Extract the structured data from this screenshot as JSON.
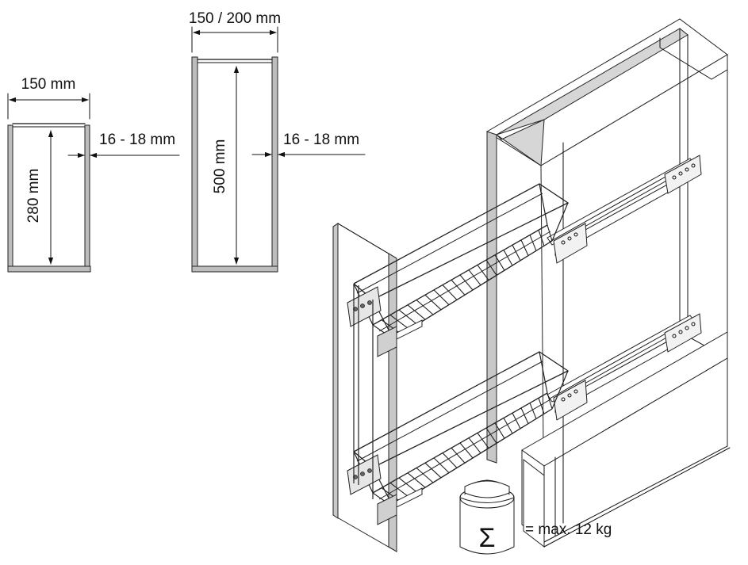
{
  "diagram": {
    "small_cabinet": {
      "width_label": "150 mm",
      "depth_label": "280 mm",
      "panel_label": "16 - 18 mm"
    },
    "large_cabinet": {
      "width_label": "150 / 200 mm",
      "depth_label": "500 mm",
      "panel_label": "16 - 18 mm"
    },
    "weight": {
      "symbol": "Σ",
      "label": "= max. 12 kg"
    }
  }
}
